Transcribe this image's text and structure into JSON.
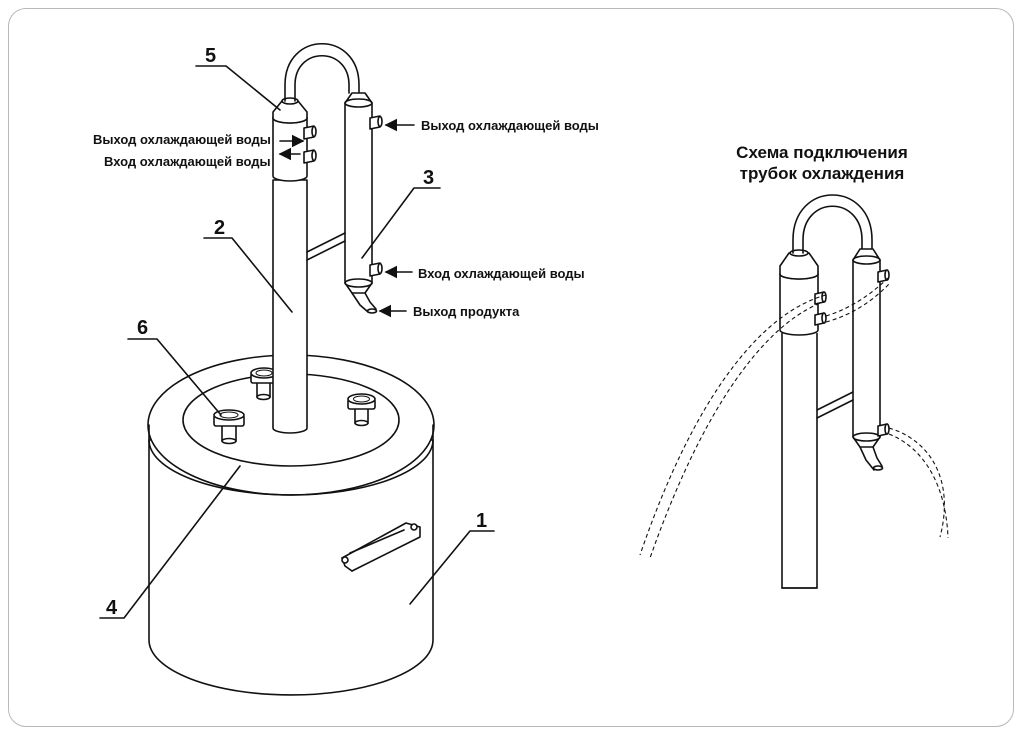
{
  "title": {
    "line1": "Схема подключения",
    "line2": "трубок охлаждения"
  },
  "labels": {
    "dephleg_water_out": "Выход охлаждающей воды",
    "dephleg_water_in": "Вход охлаждающей воды",
    "cooler_water_out": "Выход охлаждающей воды",
    "cooler_water_in": "Вход охлаждающей воды",
    "product_out": "Выход продукта"
  },
  "callouts": {
    "tank": "1",
    "column": "2",
    "cooler": "3",
    "lid": "4",
    "dephlegmator": "5",
    "clamp": "6"
  }
}
